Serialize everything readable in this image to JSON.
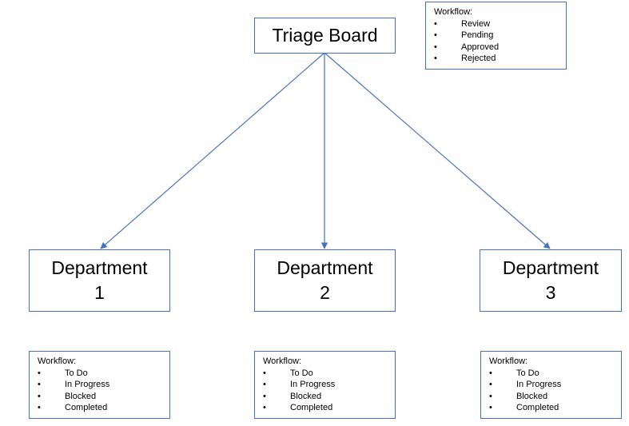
{
  "triage": {
    "title": "Triage Board"
  },
  "triage_workflow": {
    "heading": "Workflow:",
    "items": [
      "Review",
      "Pending",
      "Approved",
      "Rejected"
    ]
  },
  "departments": [
    {
      "line1": "Department",
      "line2": "1"
    },
    {
      "line1": "Department",
      "line2": "2"
    },
    {
      "line1": "Department",
      "line2": "3"
    }
  ],
  "department_workflows": [
    {
      "heading": "Workflow:",
      "items": [
        "To Do",
        "In Progress",
        "Blocked",
        "Completed"
      ]
    },
    {
      "heading": "Workflow:",
      "items": [
        "To Do",
        "In Progress",
        "Blocked",
        "Completed"
      ]
    },
    {
      "heading": "Workflow:",
      "items": [
        "To Do",
        "In Progress",
        "Blocked",
        "Completed"
      ]
    }
  ],
  "bullet_glyph": "•",
  "colors": {
    "connector": "#4472C4",
    "box_border": "#4472C4"
  }
}
